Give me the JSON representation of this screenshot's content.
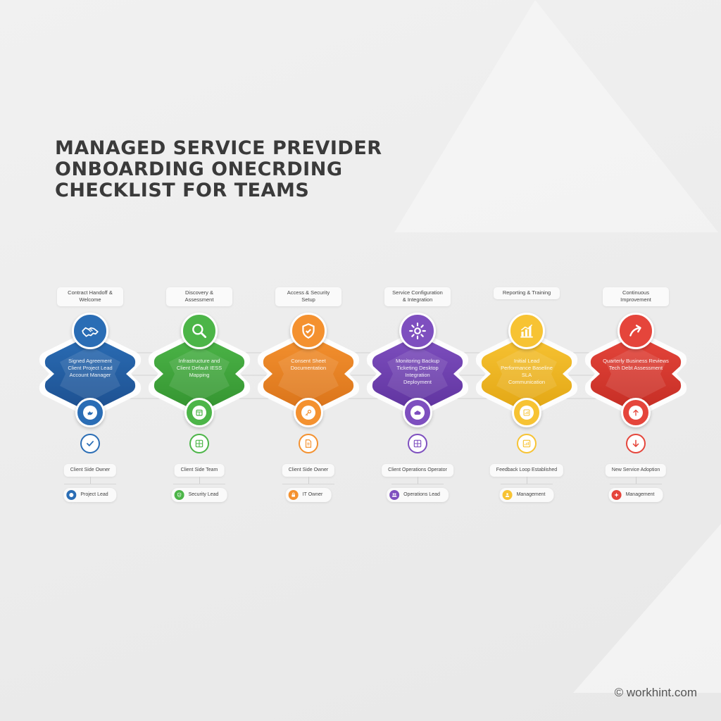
{
  "title": {
    "line1": "MANAGED SERVICE PREVIDER",
    "line2": "ONBOARDING ONECRDING",
    "line3": "CHECKLIST FOR TEAMS"
  },
  "steps": [
    {
      "phase": "Contract Handoff & Welcome",
      "color": "#2a6db5",
      "dark": "#1d4f8f",
      "light": "#e4eef9",
      "top_icon": "handshake-icon",
      "body": "Signed Agreement\nClient Project Lead\nAccount Manager",
      "bottom_icon": "bird-icon",
      "check_icon": "checkmark-icon",
      "owner": "Client Side Owner",
      "role": "Project Lead",
      "role_icon": "globe-icon"
    },
    {
      "phase": "Discovery & Assessment",
      "color": "#4cb548",
      "dark": "#349330",
      "light": "#e7f5e6",
      "top_icon": "search-icon",
      "body": "Infrastructure and\nClient Default IESS\nMapping",
      "bottom_icon": "calendar-icon",
      "check_icon": "grid-doc-icon",
      "owner": "Client Side Team",
      "role": "Security Lead",
      "role_icon": "shield-icon"
    },
    {
      "phase": "Access & Security Setup",
      "color": "#f4912f",
      "dark": "#d9731a",
      "light": "#fdf0e3",
      "top_icon": "shield-icon",
      "body": "Consent Sheet\nDocumentation",
      "bottom_icon": "key-icon",
      "check_icon": "document-icon",
      "owner": "Client Side Owner",
      "role": "IT Owner",
      "role_icon": "lock-icon"
    },
    {
      "phase": "Service Configuration\n& Integration",
      "color": "#7e4fbf",
      "dark": "#5f339e",
      "light": "#efe7f8",
      "top_icon": "gear-icon",
      "body": "Monitoring Backup\nTicketing Desktop\nIntegration\nDeployment",
      "bottom_icon": "cloud-icon",
      "check_icon": "grid-doc-icon",
      "owner": "Client Operations Operator",
      "role": "Operations Lead",
      "role_icon": "people-icon"
    },
    {
      "phase": "Reporting & Training",
      "color": "#f7c333",
      "dark": "#e2a614",
      "light": "#fdf6df",
      "top_icon": "bar-chart-icon",
      "body": "Initial Lead\nPerformance Baseline\nSLA\nCommunication",
      "bottom_icon": "chart-card-icon",
      "check_icon": "chart-card-icon",
      "owner": "Feedback Loop Established",
      "role": "Management",
      "role_icon": "person-icon"
    },
    {
      "phase": "Continuous Improvement",
      "color": "#e5453b",
      "dark": "#c42d24",
      "light": "#fce6e4",
      "top_icon": "trend-up-icon",
      "body": "Quarterly Business Reviews\nTech Debt Assessment",
      "bottom_icon": "arrow-up-icon",
      "check_icon": "arrow-down-icon",
      "owner": "New Service Adoption",
      "role": "Management",
      "role_icon": "sparkle-icon"
    }
  ],
  "watermark": "© workhint.com"
}
